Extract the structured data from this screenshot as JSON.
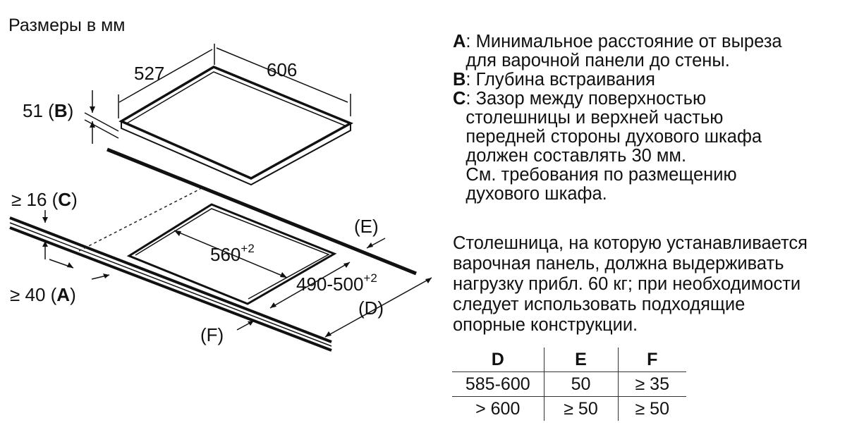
{
  "units_caption": "Размеры в мм",
  "dimensions": {
    "hob_depth": "527",
    "hob_width": "606",
    "build_depth": "51 (",
    "build_depth_letter": "B",
    "build_depth_close": ")",
    "gap_c": "≥ 16 (",
    "gap_c_letter": "C",
    "gap_c_close": ")",
    "gap_a": "≥ 40 (",
    "gap_a_letter": "A",
    "gap_a_close": ")",
    "cutout_width": "560",
    "cutout_width_tol": "+2",
    "cutout_depth": "490-500",
    "cutout_depth_tol": "+2",
    "label_e": "(E)",
    "label_d": "(D)",
    "label_f": "(F)"
  },
  "notes": [
    {
      "letter": "A",
      "text": ": Минимальное расстояние от выреза\nдля варочной панели до стены."
    },
    {
      "letter": "B",
      "text": ": Глубина встраивания"
    },
    {
      "letter": "C",
      "text": ": Зазор между поверхностью\nстолешницы и верхней частью\nпередней стороны духового шкафа\nдолжен составлять 30 мм.\n См. требования по размещению\nдухового шкафа."
    }
  ],
  "load_note": "Столешница, на которую устанавливается\nварочная панель, должна выдерживать\nнагрузку прибл. 60 кг; при необходимости\nследует использовать подходящие\nопорные конструкции.",
  "table": {
    "headers": [
      "D",
      "E",
      "F"
    ],
    "rows": [
      [
        "585-600",
        "50",
        "≥ 35"
      ],
      [
        "> 600",
        "≥ 50",
        "≥ 50"
      ]
    ]
  }
}
